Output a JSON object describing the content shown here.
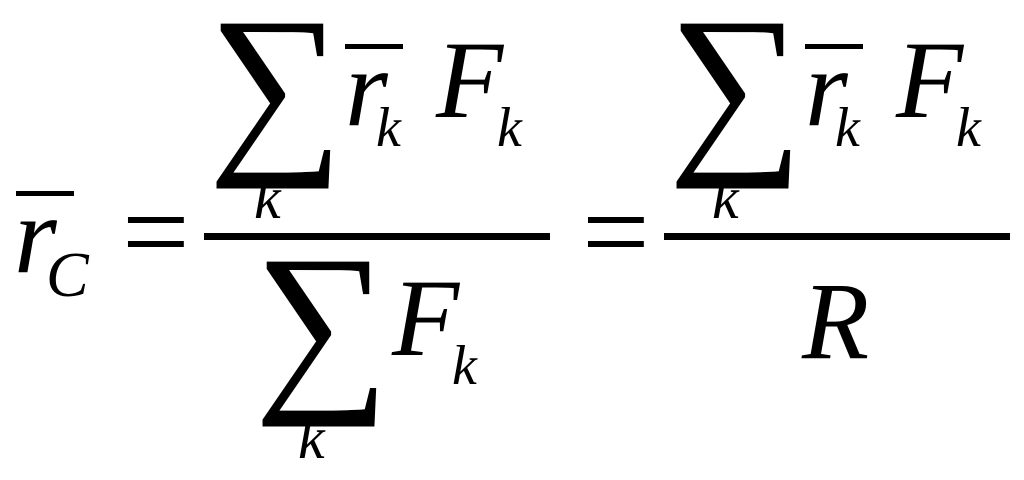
{
  "equation": {
    "lhs": {
      "symbol": "r",
      "subscript": "C"
    },
    "equals": "=",
    "fraction1": {
      "numerator": {
        "sum": "∑",
        "sum_index": "k",
        "term1": "r",
        "term1_sub": "k",
        "term2": "F",
        "term2_sub": "k"
      },
      "denominator": {
        "sum": "∑",
        "sum_index": "k",
        "term": "F",
        "term_sub": "k"
      }
    },
    "fraction2": {
      "numerator": {
        "sum": "∑",
        "sum_index": "k",
        "term1": "r",
        "term1_sub": "k",
        "term2": "F",
        "term2_sub": "k"
      },
      "denominator": {
        "term": "R"
      }
    }
  }
}
